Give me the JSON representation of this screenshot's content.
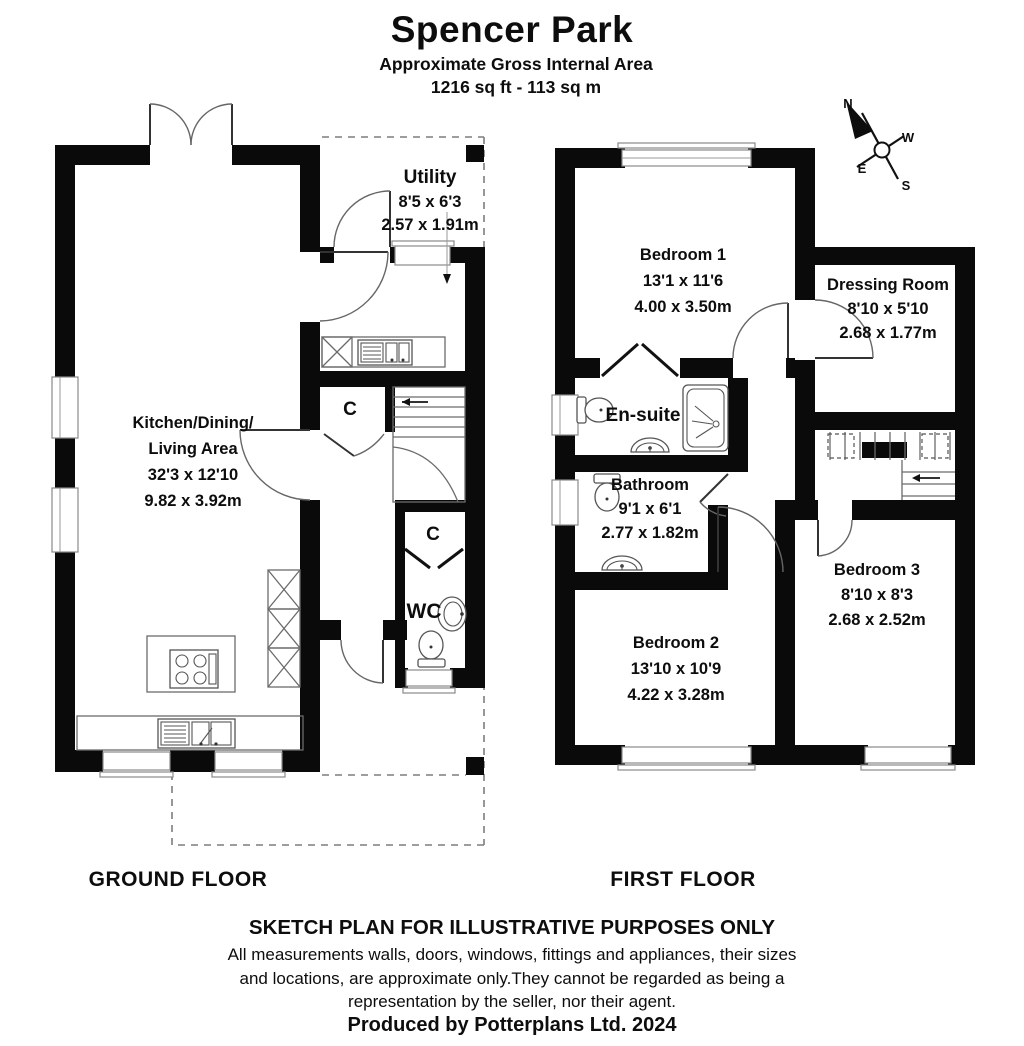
{
  "header": {
    "title": "Spencer Park",
    "subtitle": "Approximate Gross Internal Area",
    "area": "1216 sq ft - 113 sq m"
  },
  "compass": {
    "n": "N",
    "e": "E",
    "s": "S",
    "w": "W"
  },
  "ground_floor": {
    "label": "GROUND FLOOR",
    "kitchen": {
      "name1": "Kitchen/Dining/",
      "name2": "Living Area",
      "imperial": "32'3 x 12'10",
      "metric": "9.82 x 3.92m"
    },
    "utility": {
      "name": "Utility",
      "imperial": "8'5 x 6'3",
      "metric": "2.57 x 1.91m"
    },
    "cupboard1": "C",
    "cupboard2": "C",
    "wc": "WC"
  },
  "first_floor": {
    "label": "FIRST FLOOR",
    "bedroom1": {
      "name": "Bedroom 1",
      "imperial": "13'1 x 11'6",
      "metric": "4.00 x 3.50m"
    },
    "dressing_room": {
      "name": "Dressing Room",
      "imperial": "8'10 x 5'10",
      "metric": "2.68 x 1.77m"
    },
    "ensuite": {
      "name": "En-suite"
    },
    "bathroom": {
      "name": "Bathroom",
      "imperial": "9'1 x 6'1",
      "metric": "2.77 x 1.82m"
    },
    "bedroom2": {
      "name": "Bedroom 2",
      "imperial": "13'10 x 10'9",
      "metric": "4.22 x 3.28m"
    },
    "bedroom3": {
      "name": "Bedroom 3",
      "imperial": "8'10 x 8'3",
      "metric": "2.68 x 2.52m"
    }
  },
  "footer": {
    "disclaimer_title": "SKETCH PLAN FOR ILLUSTRATIVE PURPOSES ONLY",
    "disclaimer_line1": "All measurements walls, doors, windows, fittings and appliances, their sizes",
    "disclaimer_line2": "and locations, are approximate only.They cannot be regarded as being a",
    "disclaimer_line3": "representation by the seller, nor their agent.",
    "credit": "Produced by Potterplans Ltd. 2024"
  }
}
